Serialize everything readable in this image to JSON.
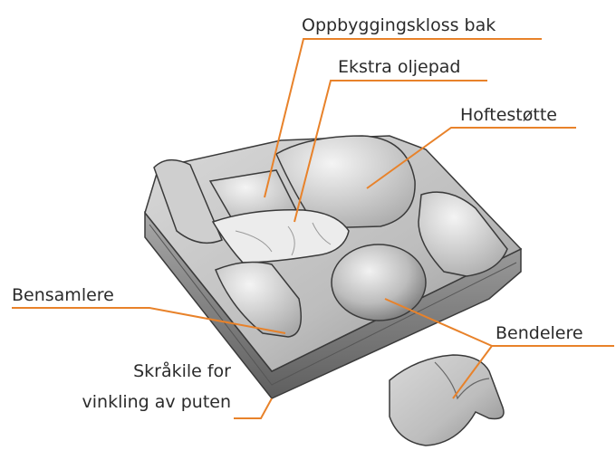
{
  "labels": {
    "rear_riser": "Oppbyggingskloss bak",
    "extra_oil_pad": "Ekstra oljepad",
    "hip_support": "Hoftestøtte",
    "leg_gatherers": "Bensamlere",
    "leg_dividers": "Bendelere",
    "wedge_line1": "Skråkile for",
    "wedge_line2": "vinkling av puten"
  },
  "colors": {
    "leader": "#E8822A",
    "cushion_light": "#e6e6e6",
    "cushion_mid": "#b9b9b9",
    "cushion_dark": "#6f6f6f",
    "outline": "#3a3a3a"
  }
}
